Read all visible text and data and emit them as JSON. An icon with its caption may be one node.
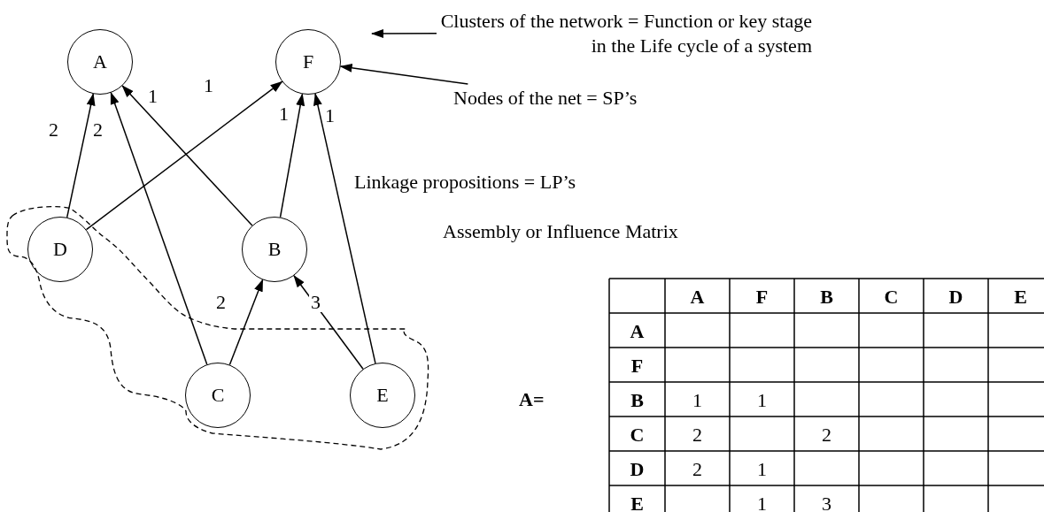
{
  "diagram": {
    "nodes": [
      {
        "text": [
          "A"
        ]
      },
      {
        "text": [
          "F"
        ]
      },
      {
        "text": [
          "D"
        ]
      },
      {
        "text": [
          "B"
        ]
      },
      {
        "text": [
          "C"
        ]
      },
      {
        "text": [
          "E"
        ]
      },
      {
        "text": [
          "Clusters of the network = Function or key stage in the Life cycle of a system"
        ]
      },
      {
        "text": [
          "Nodes of the net = SP’s"
        ]
      }
    ],
    "edges": [
      {
        "from": 2,
        "to": 0,
        "arrow": "to",
        "label": "2"
      },
      {
        "from": 4,
        "to": 0,
        "arrow": "to",
        "label": "2"
      },
      {
        "from": 3,
        "to": 0,
        "arrow": "to",
        "label": "1"
      },
      {
        "from": 2,
        "to": 1,
        "arrow": "to",
        "label": "1"
      },
      {
        "from": 3,
        "to": 1,
        "arrow": "to",
        "label": "1"
      },
      {
        "from": 5,
        "to": 1,
        "arrow": "to",
        "label": "1"
      },
      {
        "from": 4,
        "to": 3,
        "arrow": "to",
        "label": "2"
      },
      {
        "from": 5,
        "to": 3,
        "arrow": "to",
        "label": "3"
      },
      {
        "from": 6,
        "to": null,
        "arrow": "to"
      },
      {
        "from": 7,
        "to": 1,
        "arrow": "to"
      }
    ],
    "labels": [
      "Linkage propositions = LP’s",
      "Assembly or Influence Matrix",
      "A=",
      "A",
      "F",
      "B",
      "C",
      "D",
      "E",
      "A",
      "F",
      "B",
      "1",
      "1",
      "C",
      "2",
      "2",
      "D",
      "2",
      "1",
      "E",
      "1",
      "3"
    ]
  }
}
